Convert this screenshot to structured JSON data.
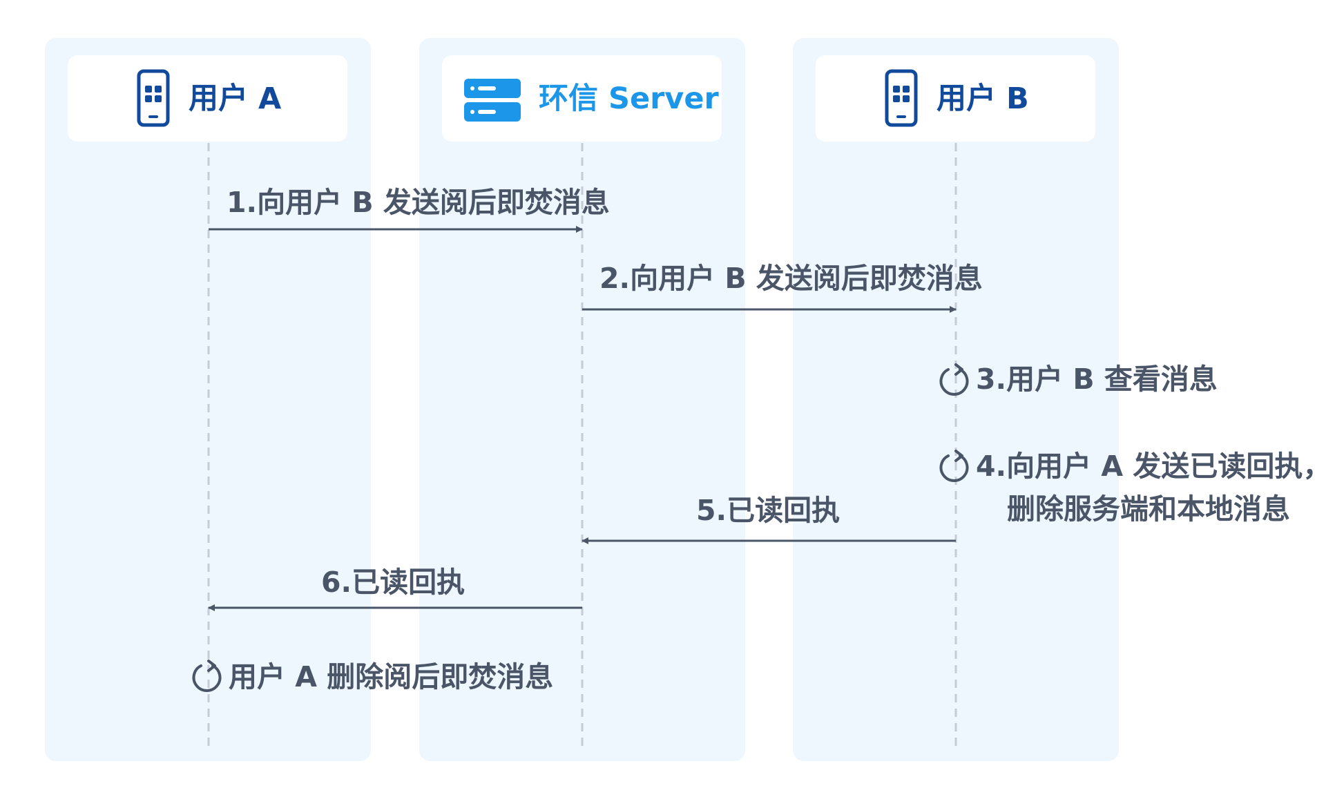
{
  "participants": [
    {
      "id": "user-a",
      "name": "用户 A",
      "icon": "phone-icon",
      "color": "#114a9b"
    },
    {
      "id": "server",
      "name": "环信 Server",
      "icon": "server-icon",
      "color": "#1b96e8"
    },
    {
      "id": "user-b",
      "name": "用户 B",
      "icon": "phone-icon",
      "color": "#114a9b"
    }
  ],
  "messages": [
    {
      "label": "1.向用户 B 发送阅后即焚消息",
      "from": "user-a",
      "to": "server"
    },
    {
      "label": "2.向用户 B 发送阅后即焚消息",
      "from": "server",
      "to": "user-b"
    },
    {
      "label": "5.已读回执",
      "from": "user-b",
      "to": "server"
    },
    {
      "label": "6.已读回执",
      "from": "server",
      "to": "user-a"
    }
  ],
  "self_actions": [
    {
      "participant": "user-b",
      "lines": [
        "3.用户 B 查看消息"
      ],
      "icon": "refresh-icon"
    },
    {
      "participant": "user-b",
      "lines": [
        "4.向用户 A 发送已读回执，",
        "删除服务端和本地消息"
      ],
      "icon": "refresh-icon"
    },
    {
      "participant": "user-a",
      "lines": [
        "用户 A 删除阅后即焚消息"
      ],
      "icon": "refresh-icon"
    }
  ],
  "colors": {
    "lane_bg": "#eef6fe",
    "header_bg": "#ffffff",
    "title_dark": "#114a9b",
    "title_bright": "#1b96e8",
    "arrow": "#4a5568",
    "lifeline": "#c5ccd6"
  }
}
